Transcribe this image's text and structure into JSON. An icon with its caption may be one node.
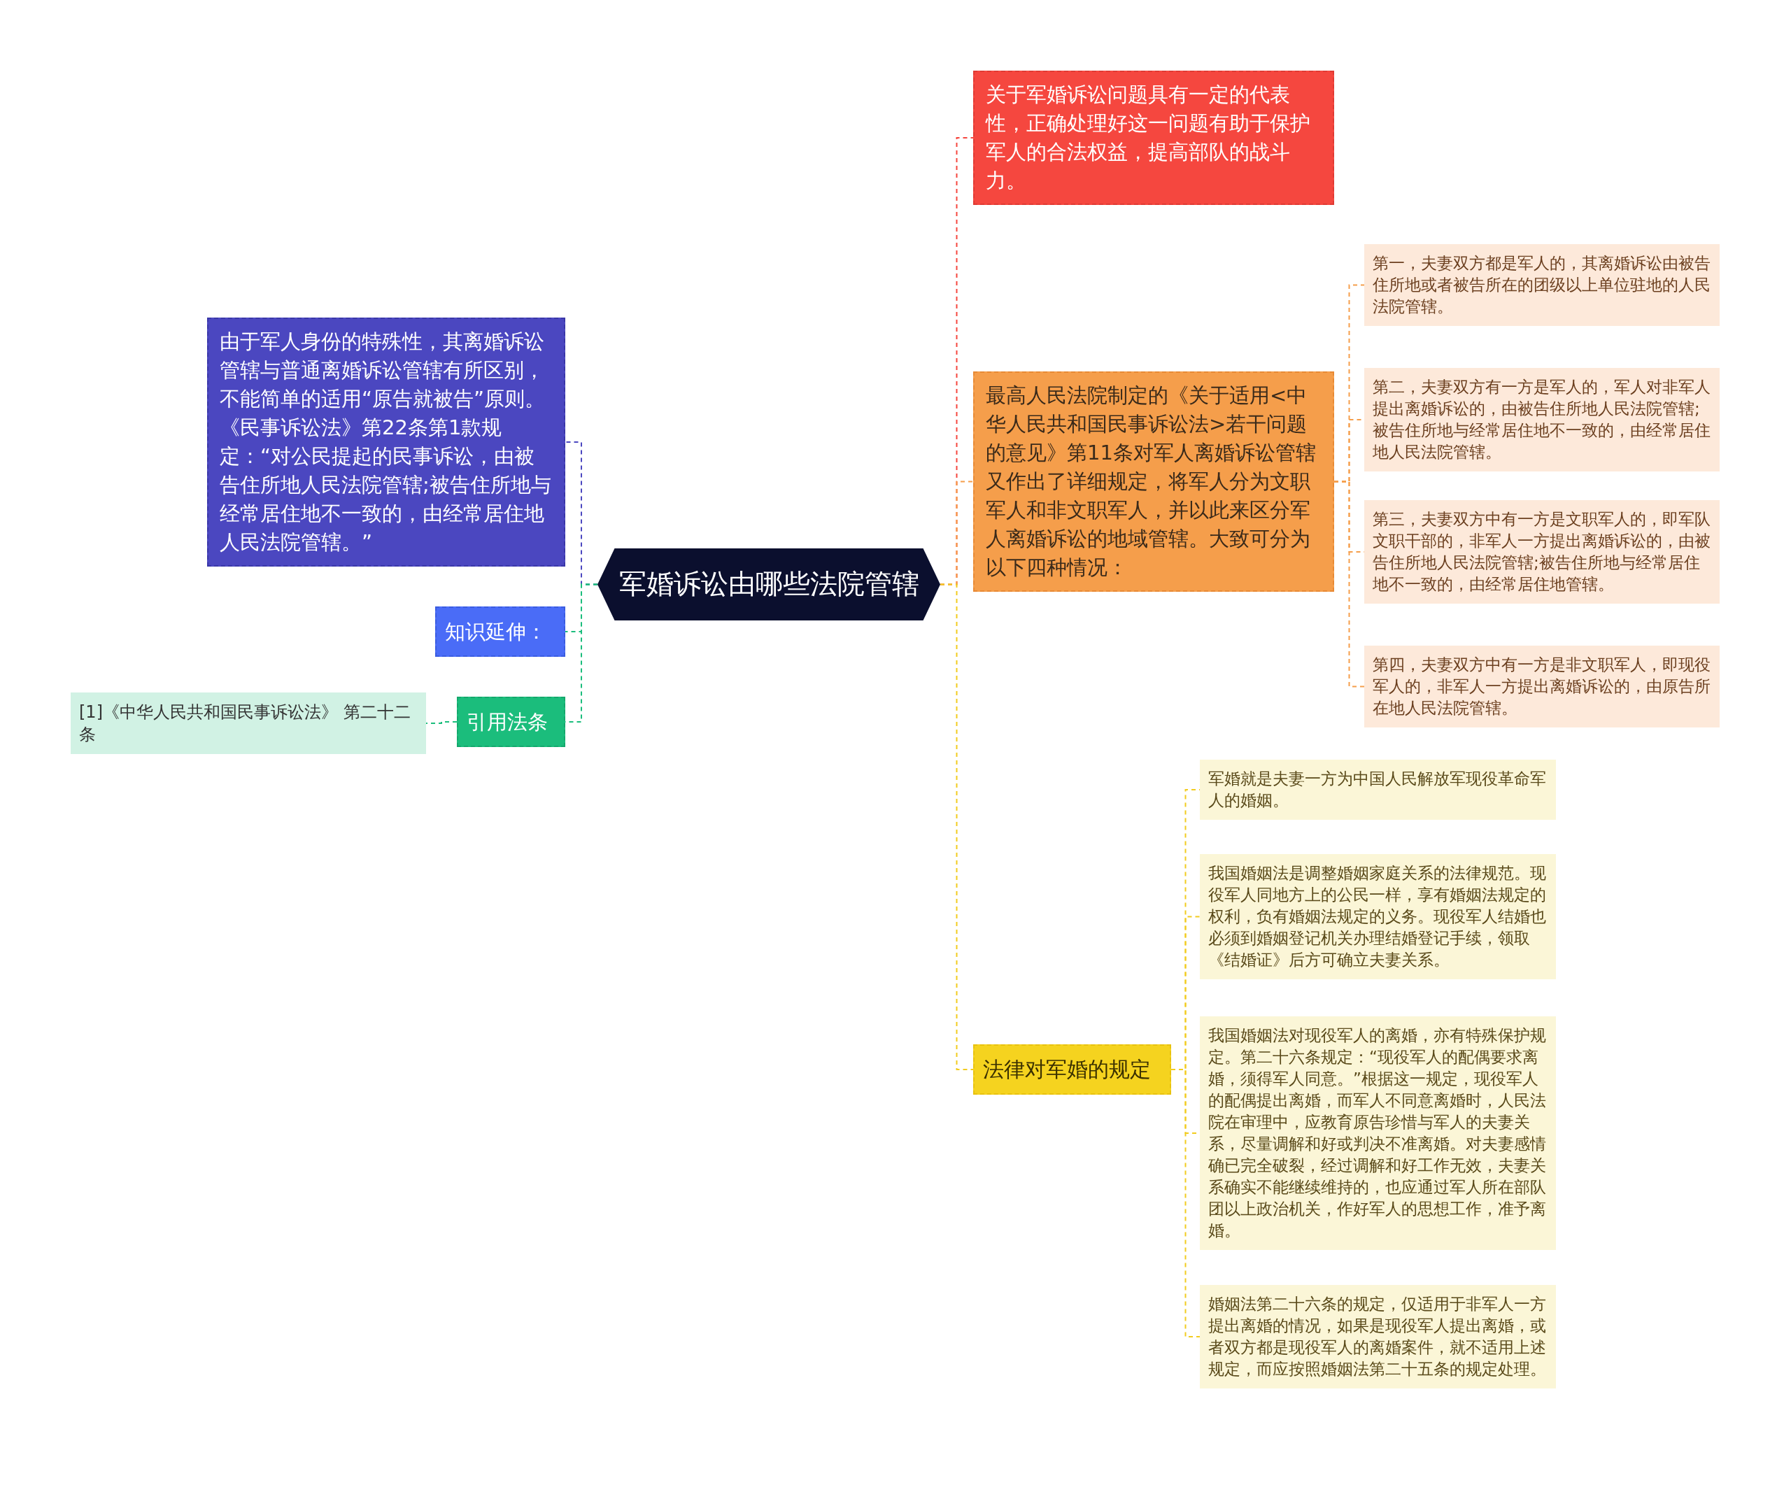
{
  "diagram": {
    "nodes": [
      {
        "text": [
          "军婚诉讼由哪些法院管辖"
        ]
      },
      {
        "text": [
          "关于军婚诉讼问题具有一定的代表性，正确处理好这一问题有助于保护军人的合法权益，提高部队的战斗力。"
        ]
      },
      {
        "text": [
          "最高人民法院制定的《关于适用<中华人民共和国民事诉讼法>若干问题的意见》第11条对军人离婚诉讼管辖又作出了详细规定，将军人分为文职军人和非文职军人，并以此来区分军人离婚诉讼的地域管辖。大致可分为以下四种情况："
        ]
      },
      {
        "text": [
          "第一，夫妻双方都是军人的，其离婚诉讼由被告住所地或者被告所在的团级以上单位驻地的人民法院管辖。"
        ]
      },
      {
        "text": [
          "第二，夫妻双方有一方是军人的，军人对非军人提出离婚诉讼的，由被告住所地人民法院管辖;被告住所地与经常居住地不一致的，由经常居住地人民法院管辖。"
        ]
      },
      {
        "text": [
          "第三，夫妻双方中有一方是文职军人的，即军队文职干部的，非军人一方提出离婚诉讼的，由被告住所地人民法院管辖;被告住所地与经常居住地不一致的，由经常居住地管辖。"
        ]
      },
      {
        "text": [
          "第四，夫妻双方中有一方是非文职军人，即现役军人的，非军人一方提出离婚诉讼的，由原告所在地人民法院管辖。"
        ]
      },
      {
        "text": [
          "法律对军婚的规定"
        ]
      },
      {
        "text": [
          "军婚就是夫妻一方为中国人民解放军现役革命军人的婚姻。"
        ]
      },
      {
        "text": [
          "我国婚姻法是调整婚姻家庭关系的法律规范。现役军人同地方上的公民一样，享有婚姻法规定的权利，负有婚姻法规定的义务。现役军人结婚也必须到婚姻登记机关办理结婚登记手续，领取《结婚证》后方可确立夫妻关系。"
        ]
      },
      {
        "text": [
          "我国婚姻法对现役军人的离婚，亦有特殊保护规定。第二十六条规定：“现役军人的配偶要求离婚，须得军人同意。”根据这一规定，现役军人的配偶提出离婚，而军人不同意离婚时，人民法院在审理中，应教育原告珍惜与军人的夫妻关系，尽量调解和好或判决不准离婚。对夫妻感情确已完全破裂，经过调解和好工作无效，夫妻关系确实不能继续维持的，也应通过军人所在部队团以上政治机关，作好军人的思想工作，准予离婚。"
        ]
      },
      {
        "text": [
          "婚姻法第二十六条的规定，仅适用于非军人一方提出离婚的情况，如果是现役军人提出离婚，或者双方都是现役军人的离婚案件，就不适用上述规定，而应按照婚姻法第二十五条的规定处理。"
        ]
      },
      {
        "text": [
          "由于军人身份的特殊性，其离婚诉讼管辖与普通离婚诉讼管辖有所区别，不能简单的适用“原告就被告”原则。《民事诉讼法》第22条第1款规定：“对公民提起的民事诉讼，由被告住所地人民法院管辖;被告住所地与经常居住地不一致的，由经常居住地人民法院管辖。”"
        ]
      },
      {
        "text": [
          "知识延伸："
        ]
      },
      {
        "text": [
          "引用法条"
        ]
      },
      {
        "text": [
          "[1]《中华人民共和国民事诉讼法》 第二十二条"
        ]
      }
    ],
    "edges": [
      {
        "from": 0,
        "to": 1,
        "arrow": "none",
        "color": "#f5473f"
      },
      {
        "from": 0,
        "to": 2,
        "arrow": "none",
        "color": "#f59e4b"
      },
      {
        "from": 2,
        "to": 3,
        "arrow": "none",
        "color": "#f59e4b"
      },
      {
        "from": 2,
        "to": 4,
        "arrow": "none",
        "color": "#f59e4b"
      },
      {
        "from": 2,
        "to": 5,
        "arrow": "none",
        "color": "#f59e4b"
      },
      {
        "from": 2,
        "to": 6,
        "arrow": "none",
        "color": "#f59e4b"
      },
      {
        "from": 0,
        "to": 7,
        "arrow": "none",
        "color": "#f2cc1f"
      },
      {
        "from": 7,
        "to": 8,
        "arrow": "none",
        "color": "#f2cc1f"
      },
      {
        "from": 7,
        "to": 9,
        "arrow": "none",
        "color": "#f2cc1f"
      },
      {
        "from": 7,
        "to": 10,
        "arrow": "none",
        "color": "#f2cc1f"
      },
      {
        "from": 7,
        "to": 11,
        "arrow": "none",
        "color": "#f2cc1f"
      },
      {
        "from": 0,
        "to": 12,
        "arrow": "none",
        "color": "#4b47c0"
      },
      {
        "from": 0,
        "to": 13,
        "arrow": "none",
        "color": "#1bbd7c"
      },
      {
        "from": 0,
        "to": 14,
        "arrow": "none",
        "color": "#1bbd7c"
      },
      {
        "from": 14,
        "to": 15,
        "arrow": "none",
        "color": "#1bbd7c"
      }
    ]
  }
}
